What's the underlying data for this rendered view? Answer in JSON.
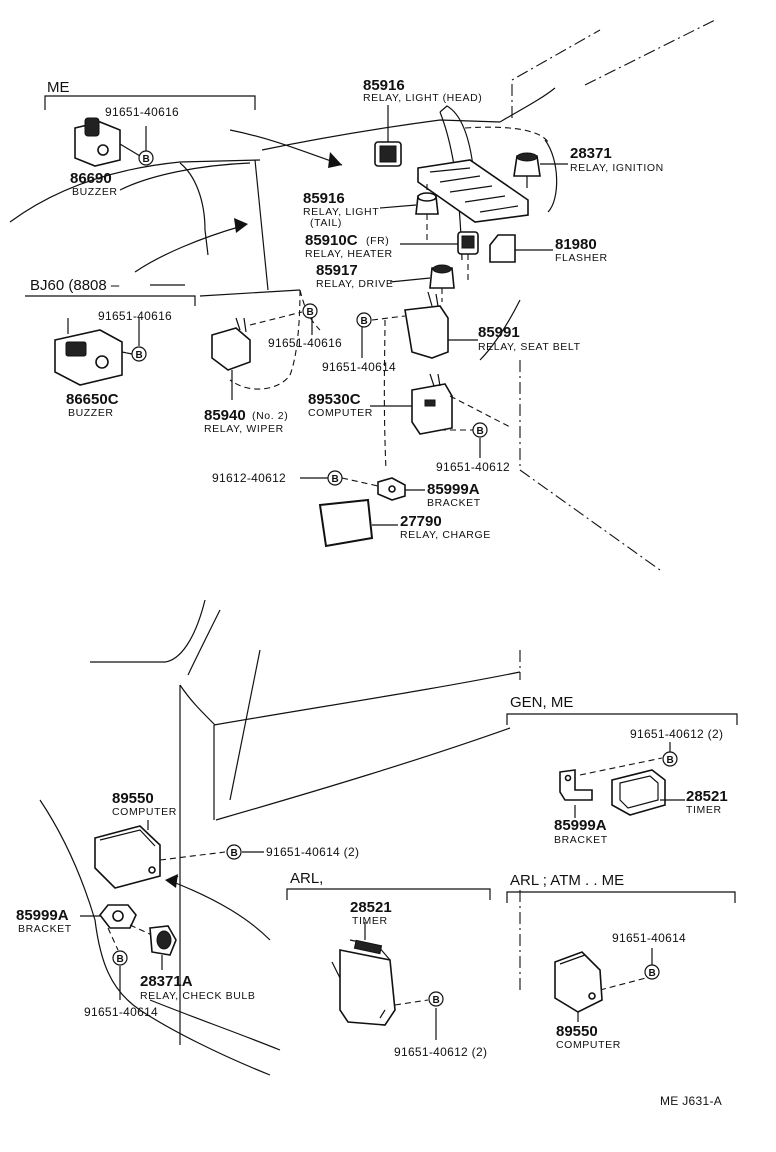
{
  "groups": {
    "me_top": "ME",
    "bj60": "BJ60 (8808 –",
    "gen_me": "GEN, ME",
    "arl": "ARL,",
    "arl_atm_me": "ARL ; ATM . . ME"
  },
  "parts": {
    "p86690": {
      "number": "86690",
      "name": "BUZZER"
    },
    "p86650c": {
      "number": "86650C",
      "name": "BUZZER"
    },
    "p85916_head": {
      "number": "85916",
      "name": "RELAY, LIGHT (HEAD)"
    },
    "p28371": {
      "number": "28371",
      "name": "RELAY, IGNITION"
    },
    "p85916_tail": {
      "number": "85916",
      "name": "RELAY, LIGHT",
      "name2": "(TAIL)"
    },
    "p85910c": {
      "number": "85910C",
      "suffix": "(FR)",
      "name": "RELAY, HEATER"
    },
    "p81980": {
      "number": "81980",
      "name": "FLASHER"
    },
    "p85917": {
      "number": "85917",
      "name": "RELAY, DRIVE"
    },
    "p85991": {
      "number": "85991",
      "name": "RELAY, SEAT BELT"
    },
    "p85940": {
      "number": "85940",
      "suffix": "(No. 2)",
      "name": "RELAY, WIPER"
    },
    "p89530c": {
      "number": "89530C",
      "name": "COMPUTER"
    },
    "p85999a_top": {
      "number": "85999A",
      "name": "BRACKET"
    },
    "p27790": {
      "number": "27790",
      "name": "RELAY, CHARGE"
    },
    "p89550_main": {
      "number": "89550",
      "name": "COMPUTER"
    },
    "p85999a_left": {
      "number": "85999A",
      "name": "BRACKET"
    },
    "p28371a": {
      "number": "28371A",
      "name": "RELAY, CHECK BULB"
    },
    "p28521_gen": {
      "number": "28521",
      "name": "TIMER"
    },
    "p85999a_gen": {
      "number": "85999A",
      "name": "BRACKET"
    },
    "p28521_arl": {
      "number": "28521",
      "name": "TIMER"
    },
    "p89550_atm": {
      "number": "89550",
      "name": "COMPUTER"
    }
  },
  "bolts": {
    "b_me_top": "91651-40616",
    "b_bj60": "91651-40616",
    "b_wiper": "91651-40616",
    "b_seatbelt": "91651-40614",
    "b_computer_top": "91651-40612",
    "b_bracket_top": "91612-40612",
    "b_gen": "91651-40612 (2)",
    "b_main_computer": "91651-40614 (2)",
    "b_left": "91651-40614",
    "b_arl": "91651-40612 (2)",
    "b_atm": "91651-40614"
  },
  "bolt_symbol": "B",
  "diagram_code": "ME  J631-A"
}
